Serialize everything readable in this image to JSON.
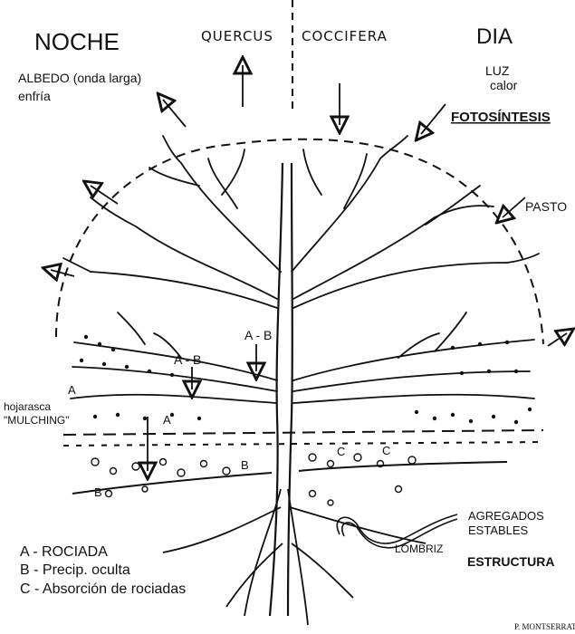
{
  "colors": {
    "ink": "#111111",
    "paper": "#ffffff"
  },
  "labels": {
    "noche": "NOCHE",
    "quercus": "QUERCUS",
    "coccifera": "COCCIFERA",
    "dia": "DIA",
    "albedo": "ALBEDO (onda larga)",
    "enfria": "enfría",
    "luz": "LUZ",
    "calor": "calor",
    "fotosintesis": "FOTOSÍNTESIS",
    "pasto": "PASTO",
    "ab_left": "A - B",
    "ab_center": "A - B",
    "a_left": "A",
    "a_center": "A",
    "hojarasca": "hojarasca",
    "mulching": "\"MULCHING\"",
    "b_left": "B",
    "b_center": "B",
    "c_left": "C",
    "c_right": "C",
    "agregados": "AGREGADOS",
    "estables": "ESTABLES",
    "lombriz": "LOMBRIZ",
    "estructura": "ESTRUCTURA",
    "signature": "P. MONTSERRAT"
  },
  "legend": [
    {
      "text": "A - ROCIADA"
    },
    {
      "text": "B - Precip. oculta"
    },
    {
      "text": "C - Absorción de rociadas"
    }
  ]
}
